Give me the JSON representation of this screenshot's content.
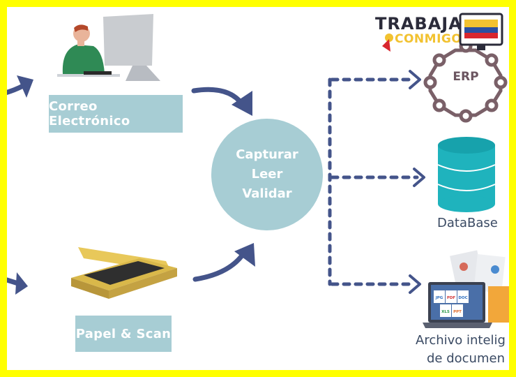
{
  "inputs": {
    "email_label": "Correo Electrónico",
    "scan_label": "Papel & Scan"
  },
  "process": {
    "line1": "Capturar",
    "line2": "Leer",
    "line3": "Validar"
  },
  "outputs": {
    "erp_label": "ERP",
    "database_label": "DataBase",
    "archive_line1": "Archivo intelig",
    "archive_line2": "de documen",
    "file_types": [
      "JPG",
      "PDF",
      "DOC",
      "XLS",
      "PPT"
    ]
  },
  "logo": {
    "line1": "TRABAJA",
    "line2": "CONMIGO"
  },
  "colors": {
    "border": "#ffff00",
    "box": "#a7cdd4",
    "arrow": "#44548a",
    "database": "#1fb3bd",
    "erp_ring": "#7a6068"
  }
}
